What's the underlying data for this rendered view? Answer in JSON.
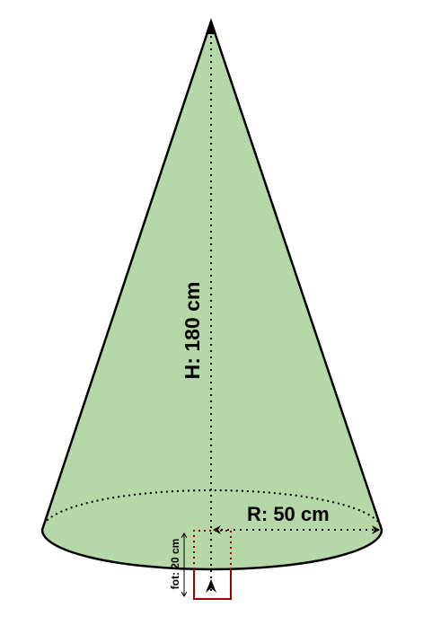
{
  "labels": {
    "height": "H: 180 cm",
    "radius": "R: 50 cm",
    "foot": "fot: 20 cm"
  },
  "colors": {
    "cone_fill": "#b6d7a8",
    "outline": "#000000",
    "foot_box": "#990000"
  }
}
